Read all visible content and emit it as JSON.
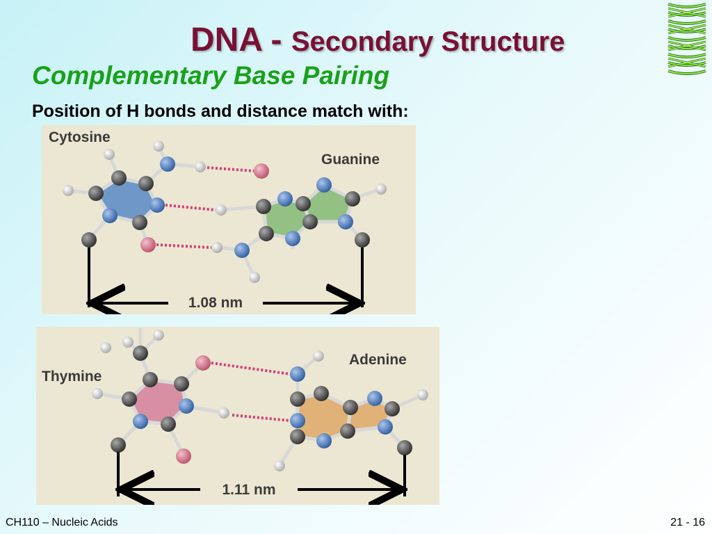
{
  "slide": {
    "title_main": "DNA - ",
    "title_sub": "Secondary Structure",
    "subtitle": "Complementary Base Pairing",
    "body": "Position of H bonds and distance match with:"
  },
  "pair1": {
    "left_base": "Cytosine",
    "right_base": "Guanine",
    "distance": "1.08 nm"
  },
  "pair2": {
    "left_base": "Thymine",
    "right_base": "Adenine",
    "distance": "1.11 nm"
  },
  "footer": {
    "course": "CH110 – Nucleic Acids",
    "page": "21 - 16"
  },
  "colors": {
    "title": "#7a1034",
    "subtitle": "#1aa11a",
    "cytosine_ring": "#6f98c9",
    "guanine_ring": "#93c083",
    "thymine_ring": "#d98fa3",
    "adenine_ring": "#e1b277",
    "carbon": "#555555",
    "nitrogen": "#4f7fc4",
    "oxygen": "#d47e91",
    "hydrogen": "#dddddd",
    "hbond": "#d43c7a"
  }
}
